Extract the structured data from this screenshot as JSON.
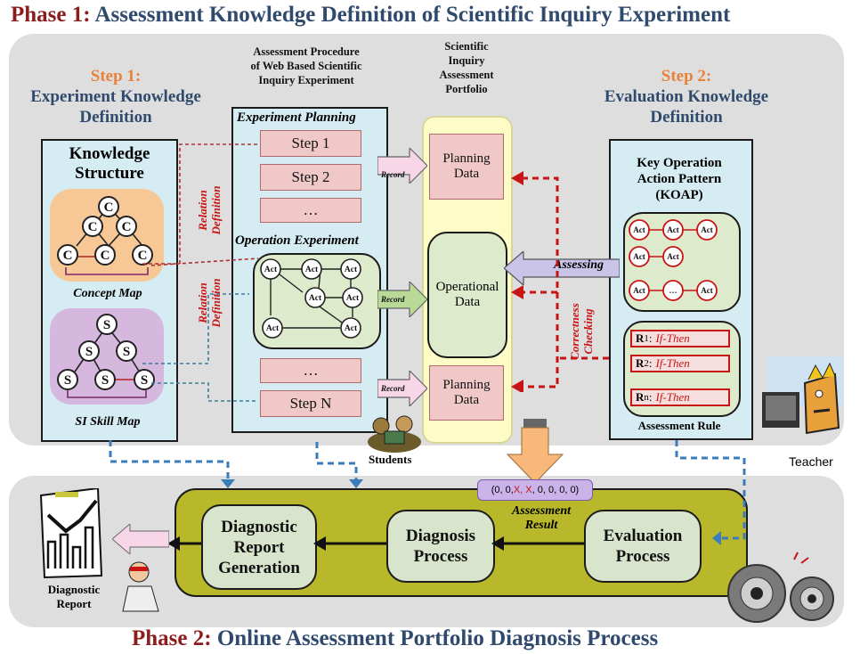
{
  "phase1": {
    "label": "Phase 1:",
    "text": "Assessment Knowledge Definition of Scientific Inquiry Experiment"
  },
  "phase2": {
    "label": "Phase 2:",
    "text": "Online Assessment Portfolio Diagnosis Process"
  },
  "step1": {
    "label": "Step 1:",
    "line1": "Experiment Knowledge",
    "line2": "Definition"
  },
  "step2": {
    "label": "Step 2:",
    "line1": "Evaluation Knowledge",
    "line2": "Definition"
  },
  "knowledge": {
    "title_line1": "Knowledge",
    "title_line2": "Structure",
    "concept_label": "Concept Map",
    "concept_node": "C",
    "skill_label": "SI Skill Map",
    "skill_node": "S"
  },
  "procedure": {
    "title_line1": "Assessment Procedure",
    "title_line2": "of Web Based Scientific",
    "title_line3": "Inquiry Experiment",
    "planning": "Experiment Planning",
    "step1": "Step 1",
    "step2": "Step 2",
    "ellipsis": "…",
    "operation": "Operation Experiment",
    "act": "Act",
    "stepN": "Step N"
  },
  "portfolio": {
    "title_line1": "Scientific",
    "title_line2": "Inquiry",
    "title_line3": "Assessment",
    "title_line4": "Portfolio",
    "planning1_line1": "Planning",
    "planning1_line2": "Data",
    "operational_line1": "Operational",
    "operational_line2": "Data",
    "planning2_line1": "Planning",
    "planning2_line2": "Data"
  },
  "record_label": "Record",
  "relation_label_line1": "Relation",
  "relation_label_line2": "Definition",
  "assessing_label": "Assessing",
  "correctness_line1": "Correctness",
  "correctness_line2": "Checking",
  "koap": {
    "line1": "Key Operation",
    "line2": "Action Pattern",
    "line3": "(KOAP)",
    "act": "Act",
    "ellipsis": "…"
  },
  "rules": {
    "r1": "R",
    "r1_sub": "1",
    "r2": "R",
    "r2_sub": "2",
    "rn": "R",
    "rn_sub": "n",
    "ifthen": "If-Then",
    "label": "Assessment Rule"
  },
  "students_label": "Students",
  "teacher_label": "Teacher",
  "result_vector": {
    "a": "(0, 0, ",
    "b": "X, X",
    "c": ", 0, 0, 0, 0)"
  },
  "assessment_result": {
    "line1": "Assessment",
    "line2": "Result"
  },
  "processes": {
    "evaluation_line1": "Evaluation",
    "evaluation_line2": "Process",
    "diagnosis_line1": "Diagnosis",
    "diagnosis_line2": "Process",
    "report_line1": "Diagnostic",
    "report_line2": "Report",
    "report_line3": "Generation"
  },
  "diagnostic_report": {
    "line1": "Diagnostic",
    "line2": "Report"
  }
}
